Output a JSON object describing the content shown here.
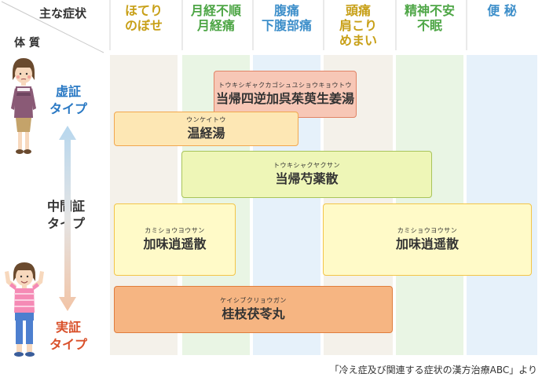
{
  "header": {
    "main_symptom": "主な症状",
    "constitution": "体 質",
    "columns": [
      {
        "label": "ほてり\nのぼせ",
        "color": "#c8a018"
      },
      {
        "label": "月経不順\n月経痛",
        "color": "#4ea646"
      },
      {
        "label": "腹痛\n下腹部痛",
        "color": "#3e8fca"
      },
      {
        "label": "頭痛\n肩こり\nめまい",
        "color": "#c8a018"
      },
      {
        "label": "精神不安\n不眠",
        "color": "#4ea646"
      },
      {
        "label": "便 秘",
        "color": "#3e8fca"
      }
    ]
  },
  "types": {
    "deficiency": "虚証\nタイプ",
    "middle": "中間証\nタイプ",
    "excess": "実証\nタイプ"
  },
  "remedies": [
    {
      "reading": "トウキシギャクカゴシュユショウキョウトウ",
      "name": "当帰四逆加呉茱萸生姜湯",
      "style": "pink"
    },
    {
      "reading": "ウンケイトウ",
      "name": "温経湯",
      "style": "orange"
    },
    {
      "reading": "トウキシャクヤクサン",
      "name": "当帰芍薬散",
      "style": "green"
    },
    {
      "reading": "カミショウヨウサン",
      "name": "加味逍遥散",
      "style": "yellow"
    },
    {
      "reading": "カミショウヨウサン",
      "name": "加味逍遥散",
      "style": "yellow"
    },
    {
      "reading": "ケイシブクリョウガン",
      "name": "桂枝茯苓丸",
      "style": "deep"
    }
  ],
  "source": "「冷え症及び関連する症状の漢方治療ABC」より",
  "colors": {
    "deficiency_text": "#2a79c4",
    "excess_text": "#d9502a",
    "arrow_top": "#b7d7ee",
    "arrow_bottom": "#f2c4a6"
  }
}
